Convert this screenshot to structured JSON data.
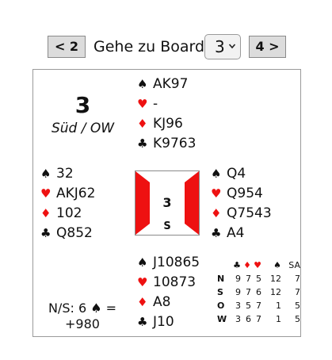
{
  "nav": {
    "prev_label": "< 2",
    "next_label": "4 >",
    "goto_label": "Gehe zu Board",
    "board_select_value": "3"
  },
  "board": {
    "number": "3",
    "info": "Süd / OW"
  },
  "suits": {
    "spade": "♠",
    "heart": "♥",
    "diamond": "♦",
    "club": "♣"
  },
  "hands": {
    "north": {
      "spades": "AK97",
      "hearts": "-",
      "diamonds": "KJ96",
      "clubs": "K9763"
    },
    "west": {
      "spades": "32",
      "hearts": "AKJ62",
      "diamonds": "102",
      "clubs": "Q852"
    },
    "east": {
      "spades": "Q4",
      "hearts": "Q954",
      "diamonds": "Q7543",
      "clubs": "A4"
    },
    "south": {
      "spades": "J10865",
      "hearts": "10873",
      "diamonds": "A8",
      "clubs": "J10"
    }
  },
  "compass": {
    "board": "3",
    "dealer": "S",
    "vulnerable_color": "#ee1111"
  },
  "result": {
    "line1": "N/S: 6 ♠ =",
    "line2": "+980"
  },
  "makeable": {
    "headers": [
      "♣",
      "♦",
      "♥",
      "♠",
      "SA"
    ],
    "rows": [
      {
        "seat": "N",
        "values": [
          "9",
          "7",
          "5",
          "12",
          "7"
        ]
      },
      {
        "seat": "S",
        "values": [
          "9",
          "7",
          "6",
          "12",
          "7"
        ]
      },
      {
        "seat": "O",
        "values": [
          "3",
          "5",
          "7",
          "1",
          "5"
        ]
      },
      {
        "seat": "W",
        "values": [
          "3",
          "6",
          "7",
          "1",
          "5"
        ]
      }
    ]
  },
  "colors": {
    "suit_red": "#ee1111",
    "button_bg": "#dcdcdc"
  }
}
